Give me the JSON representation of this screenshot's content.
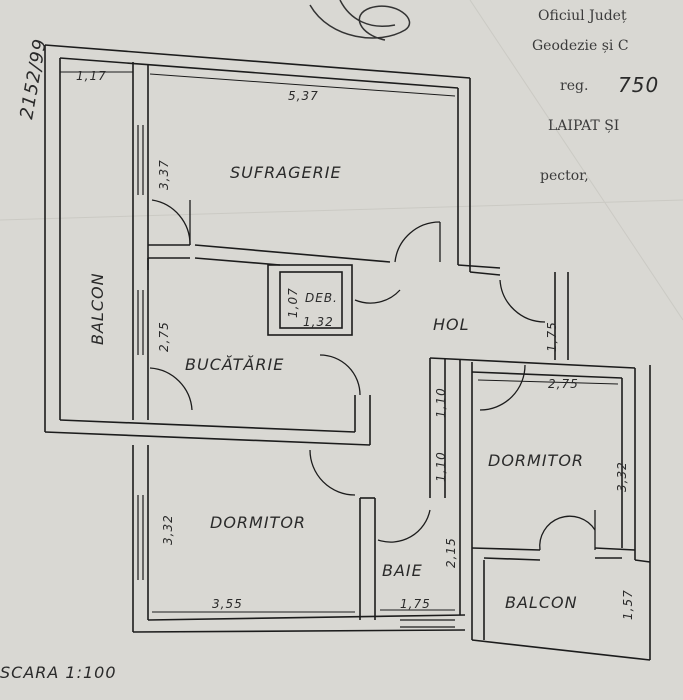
{
  "header": {
    "ref_number": "2152/99",
    "stamp_line1": "Oficiul Județ",
    "stamp_line2": "Geodezie și C",
    "stamp_line3_prefix": "reg.",
    "stamp_line3_number": "750",
    "stamp_line4": "LAIPAT ȘI",
    "stamp_line5": "pector,"
  },
  "rooms": {
    "sufragerie": "SUFRAGERIE",
    "balcon_left": "BALCON",
    "bucatarie": "BUCĂTĂRIE",
    "deb": "DEB.",
    "hol": "HOL",
    "dormitor_left": "DORMITOR",
    "dormitor_right": "DORMITOR",
    "baie": "BAIE",
    "balcon_right": "BALCON"
  },
  "dimensions": {
    "balcon_width": "1,17",
    "sufragerie_width": "5,37",
    "sufragerie_depth": "3,37",
    "bucatarie_depth": "2,75",
    "deb_depth": "1,07",
    "deb_width": "1,32",
    "hol_right_1": "1,10",
    "hol_right_2": "1,10",
    "hol_entry": "1,75",
    "dormitor_right_width": "2,75",
    "dormitor_right_depth": "3,32",
    "dormitor_left_depth": "3,32",
    "dormitor_left_width": "3,55",
    "baie_width": "1,75",
    "baie_depth": "2,15",
    "balcon_right_depth": "1,57"
  },
  "footer": {
    "scale": "SCARA 1:100"
  }
}
